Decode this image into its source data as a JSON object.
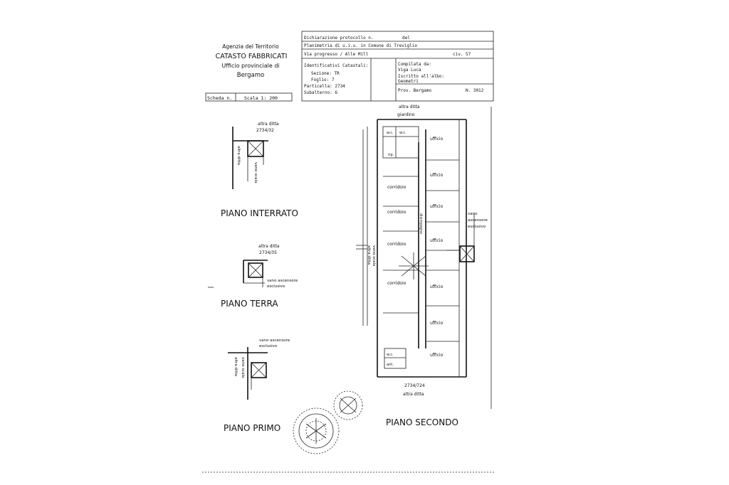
{
  "agency": {
    "line1": "Agenzia del Territorio",
    "line2": "CATASTO FABBRICATI",
    "line3": "Ufficio provinciale di",
    "line4": "Bergamo"
  },
  "scheda": {
    "label": "Scheda n.",
    "scale": "Scala 1: 200"
  },
  "header_box": {
    "row1": "Dichiarazione protocollo n.",
    "row1_suffix": "del",
    "row2": "Planimetria di u.i.u. in Comune di Treviglio",
    "row3": "Via progresso / Alle Mill",
    "row3_suffix": "civ. 57",
    "ident_title": "Identificativi Catastali:",
    "sezione": "Sezione: TR",
    "foglio": "Foglio: 7",
    "particella": "Particella: 2734",
    "subalterno": "Subalterno: 6",
    "compilata_title": "Compilata da:",
    "compilata_name": "Viga Luca",
    "iscritto": "Iscritto all'albo:",
    "geometri": "Geometri",
    "prov": "Prov. Bergamo",
    "numero": "N. 3012"
  },
  "floors": {
    "interrato": "PIANO INTERRATO",
    "terra": "PIANO TERRA",
    "primo": "PIANO PRIMO",
    "secondo": "PIANO SECONDO"
  },
  "labels": {
    "altra_ditta_1": "altra ditta",
    "altra_ditta_1b": "2734/32",
    "altra_ditta_2": "altra ditta",
    "altra_ditta_2b": "2734/35",
    "altra_ditta_top": "altra ditta",
    "altra_ditta_topb": "giardino",
    "altra_ditta_bottom": "2734/724",
    "altra_ditta_bottom2": "altra ditta",
    "vano_scala": "vano scala",
    "vano_ascensore_1": "vano ascensore",
    "vano_ascensore_1b": "esclusivo",
    "vano_ascensore_2": "vano ascensore",
    "vano_ascensore_2b": "esclusivo",
    "vano_ascensore_3": "vano",
    "vano_ascensore_3b": "ascensore",
    "vano_ascensore_3c": "esclusivo",
    "vertical_1": "altra ditta",
    "vertical_2": "vano scala",
    "ufficio": "ufficio",
    "corridoio": "corridoio",
    "disimpegno": "disimpegno",
    "wc": "w.c.",
    "ant": "ant.",
    "rip": "rip."
  }
}
